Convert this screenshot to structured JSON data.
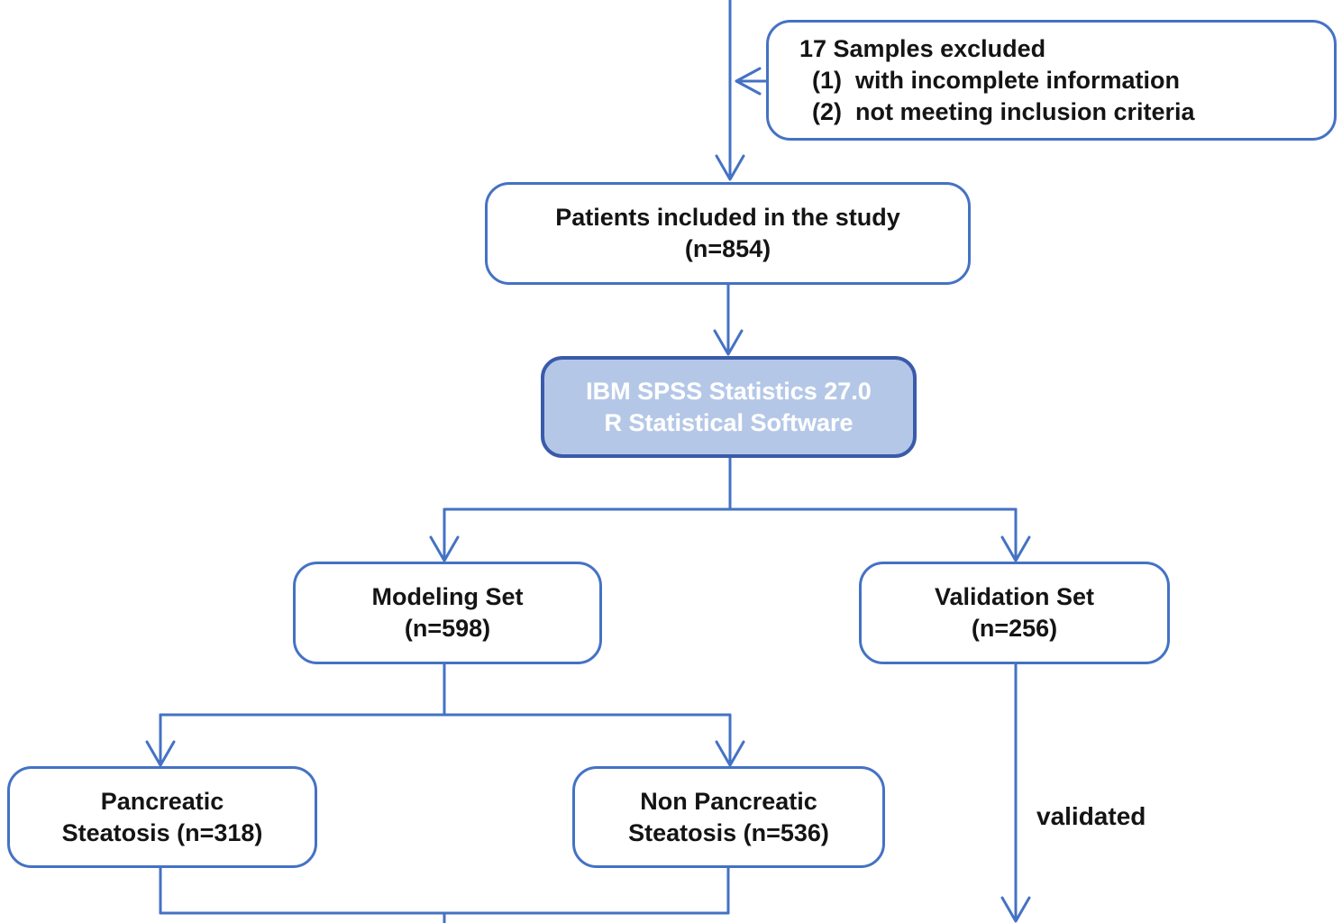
{
  "diagram_type": "study-flowchart",
  "colors": {
    "accent": "#4472C4",
    "software_fill": "#B4C7E7",
    "software_border": "#3A5BA9",
    "software_text": "#FFFFFF",
    "text": "#141414"
  },
  "nodes": {
    "excluded": {
      "lines": [
        "17 Samples excluded",
        "(1)  with incomplete information",
        "(2)  not meeting inclusion criteria"
      ]
    },
    "patients": {
      "lines": [
        "Patients included in the study",
        "(n=854)"
      ]
    },
    "software": {
      "lines": [
        "IBM SPSS Statistics 27.0",
        "R Statistical Software"
      ]
    },
    "modeling": {
      "lines": [
        "Modeling Set",
        "(n=598)"
      ]
    },
    "validation": {
      "lines": [
        "Validation Set",
        "(n=256)"
      ]
    },
    "pancreatic": {
      "lines": [
        "Pancreatic",
        "Steatosis (n=318)"
      ]
    },
    "non_pancreatic": {
      "lines": [
        "Non Pancreatic",
        "Steatosis (n=536)"
      ]
    }
  },
  "labels": {
    "validated": "validated"
  }
}
